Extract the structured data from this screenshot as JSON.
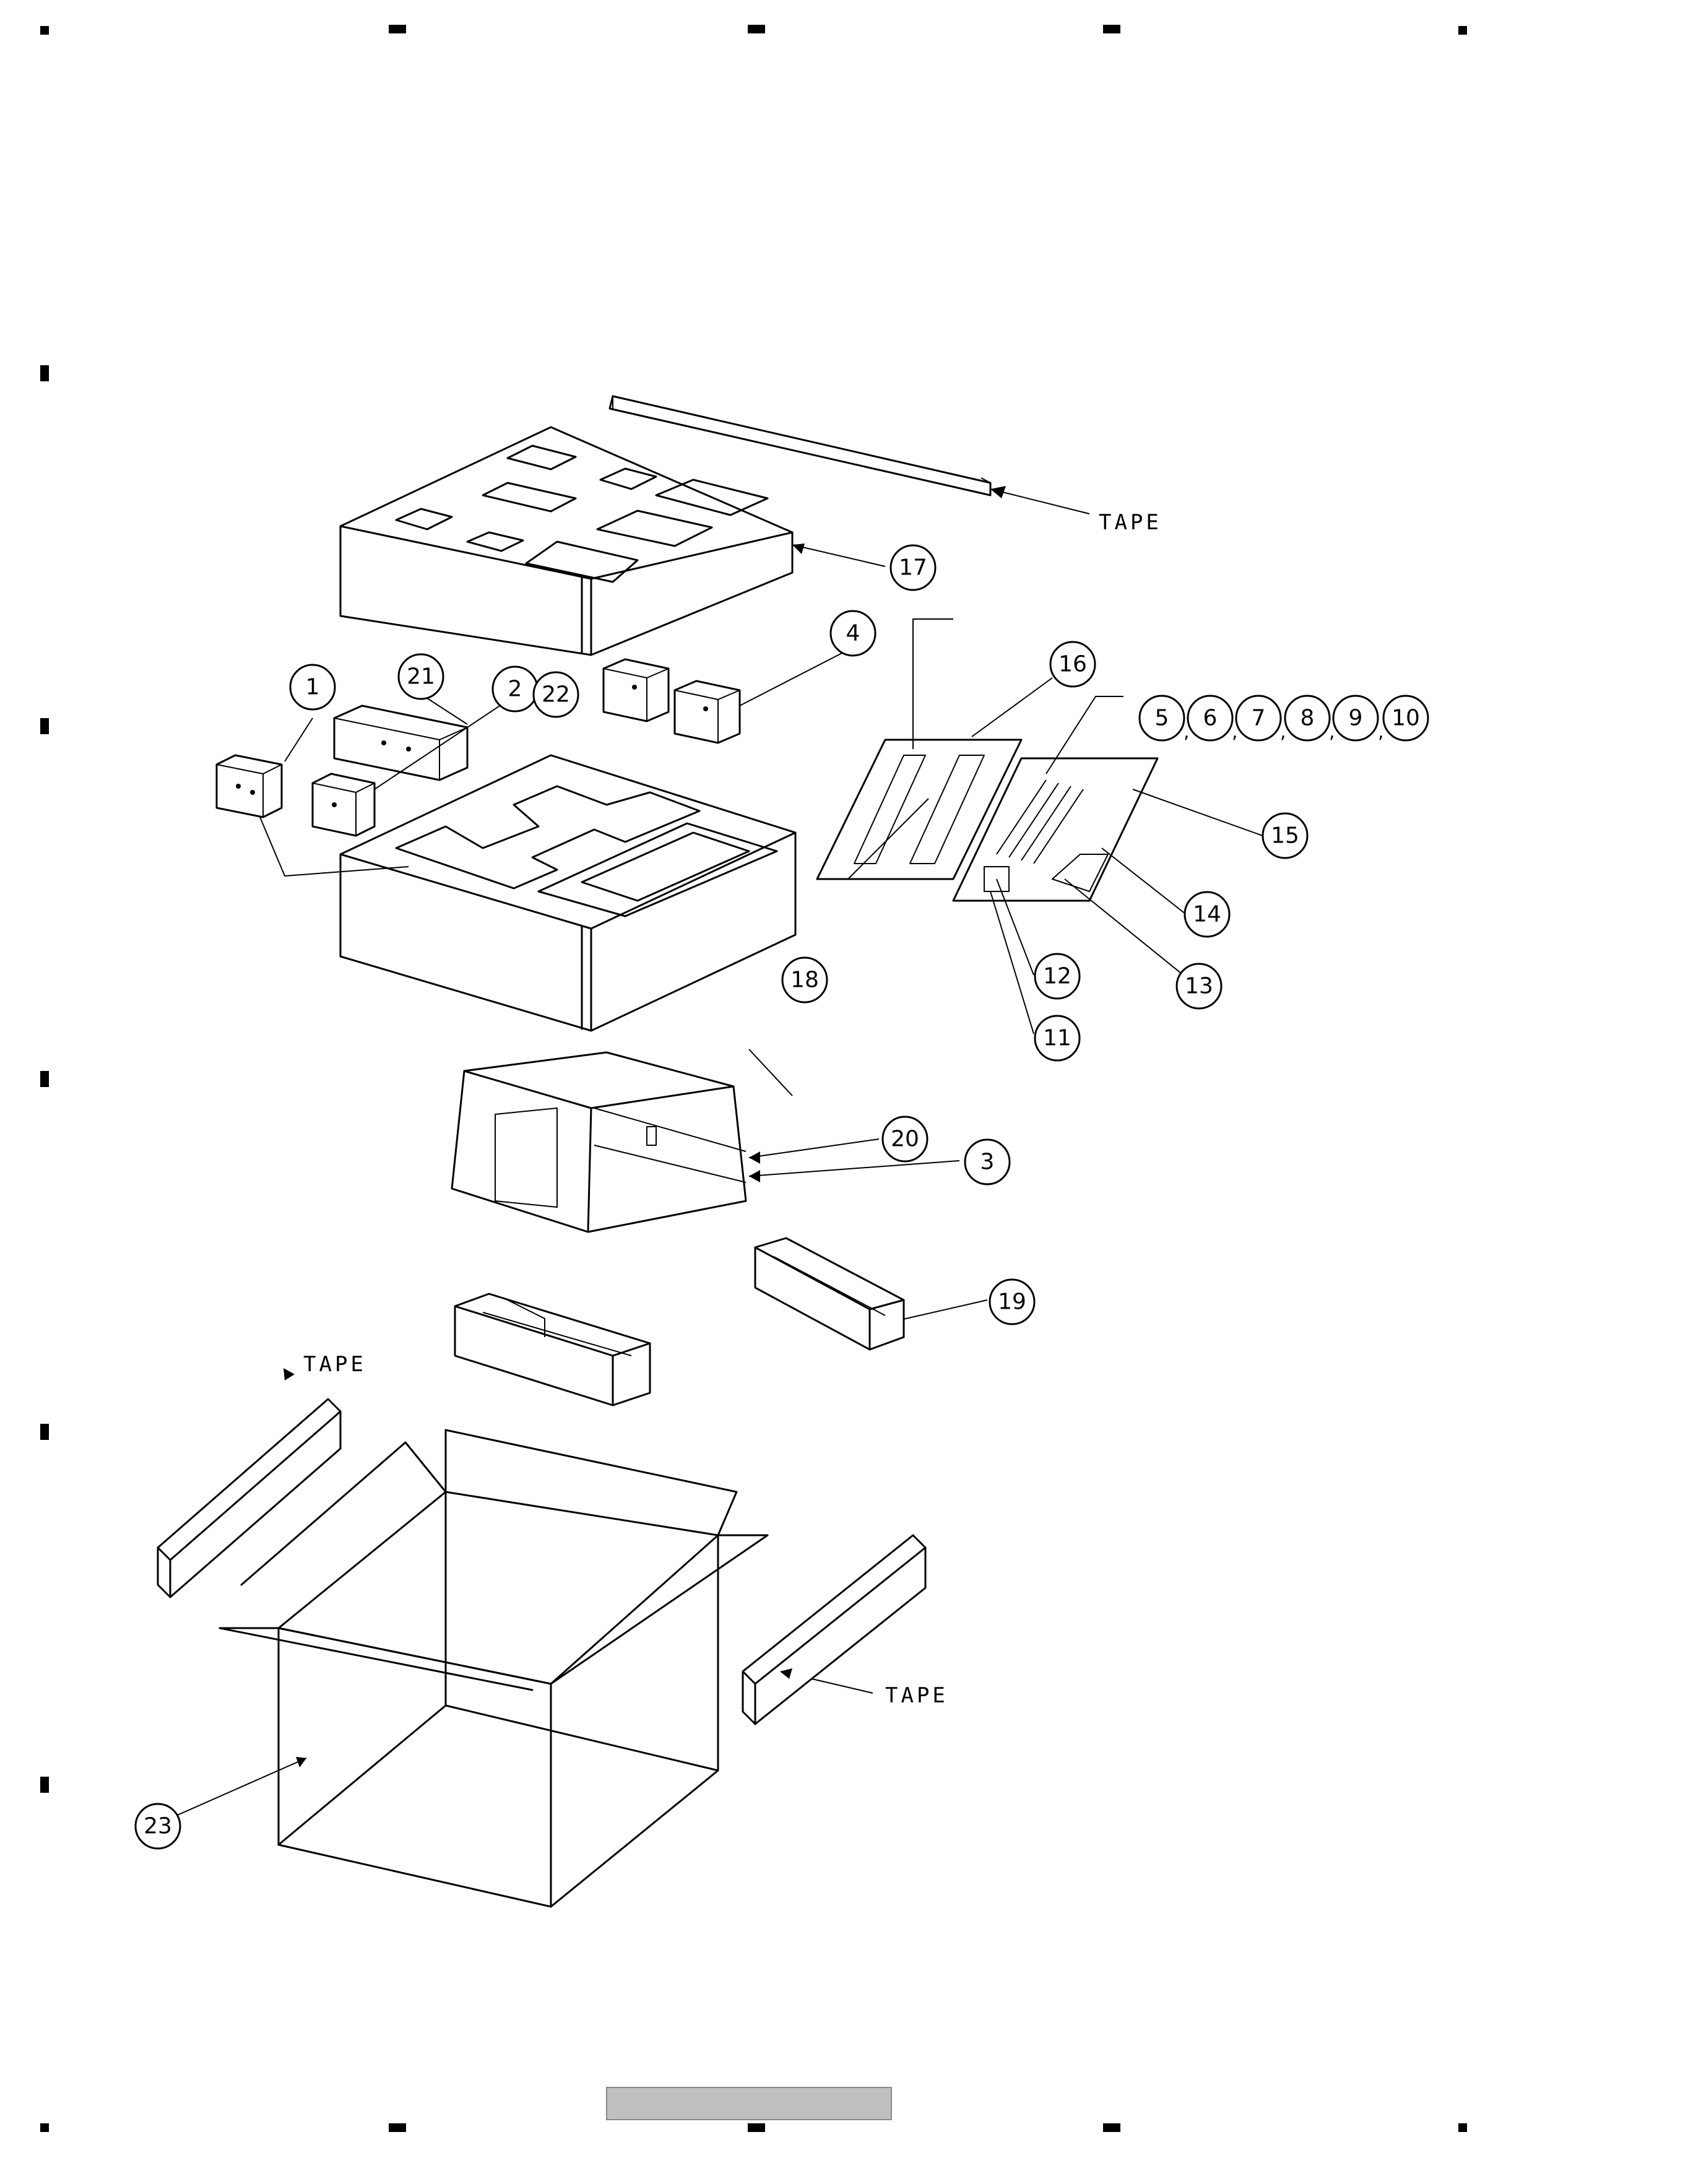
{
  "tape_label": "TAPE",
  "callouts": {
    "c1": "1",
    "c2": "2",
    "c3": "3",
    "c4": "4",
    "c5": "5",
    "c6": "6",
    "c7": "7",
    "c8": "8",
    "c9": "9",
    "c10": "10",
    "c11": "11",
    "c12": "12",
    "c13": "13",
    "c14": "14",
    "c15": "15",
    "c16": "16",
    "c17": "17",
    "c18": "18",
    "c19": "19",
    "c20": "20",
    "c21": "21",
    "c22": "22",
    "c23": "23"
  },
  "list_separator": ",",
  "footer_bar_color": "#c0c0c0"
}
